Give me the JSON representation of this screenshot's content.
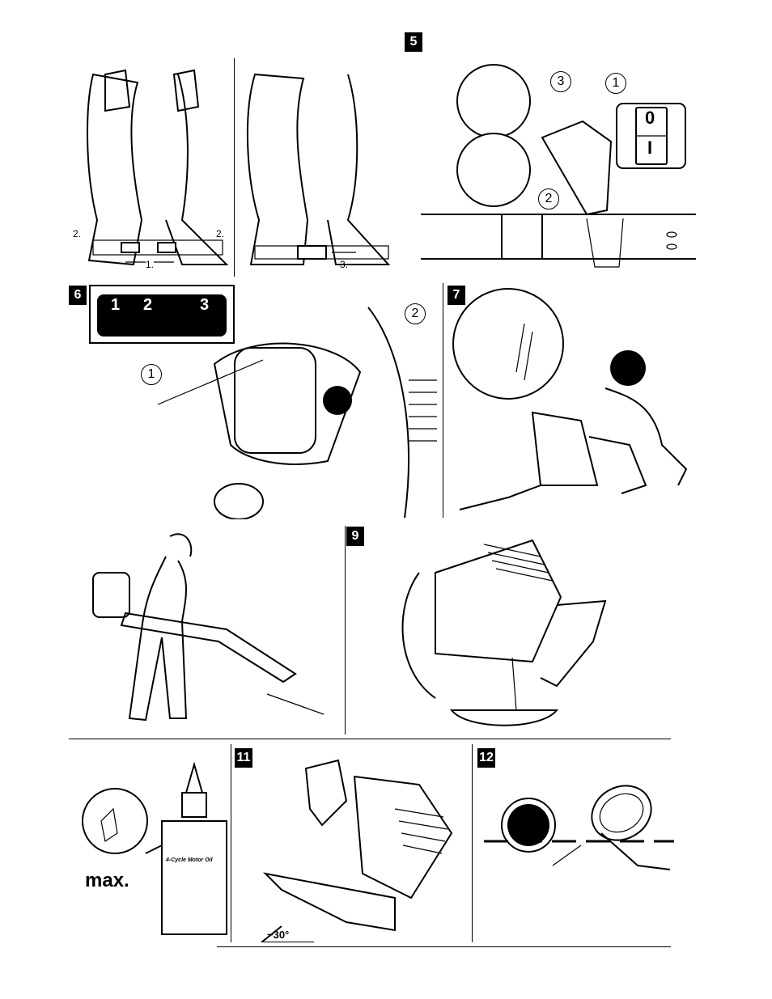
{
  "figures": {
    "harness": {
      "step_a": "2.",
      "step_b": "1.",
      "step_c": "2.",
      "step_d": "3."
    },
    "fig5": {
      "badge": "5",
      "callouts": [
        "3",
        "1",
        "2"
      ],
      "switch_off": "0",
      "switch_on": "I"
    },
    "fig6": {
      "badge": "6",
      "callouts": [
        "1",
        "2"
      ],
      "settings": [
        "1",
        "2",
        "3"
      ]
    },
    "fig7": {
      "badge": "7"
    },
    "fig9": {
      "badge": "9"
    },
    "fig10": {
      "bottle_label": "4-Cycle Motor Oil",
      "max_label": "max."
    },
    "fig11": {
      "badge": "11",
      "angle": "~30°"
    },
    "fig12": {
      "badge": "12"
    }
  }
}
